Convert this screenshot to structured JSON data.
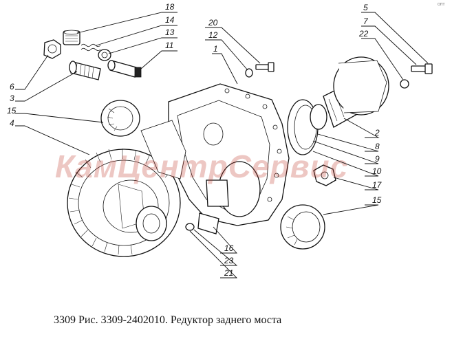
{
  "caption": "3309 Рис. 3309-2402010. Редуктор заднего моста",
  "watermark": "КамЦентрСервис",
  "corner_mark": "ОПТ",
  "callouts": [
    {
      "id": "c18",
      "label": "18"
    },
    {
      "id": "c14",
      "label": "14"
    },
    {
      "id": "c13",
      "label": "13"
    },
    {
      "id": "c11",
      "label": "11"
    },
    {
      "id": "c6",
      "label": "6"
    },
    {
      "id": "c3",
      "label": "3"
    },
    {
      "id": "c15a",
      "label": "15"
    },
    {
      "id": "c4",
      "label": "4"
    },
    {
      "id": "c20",
      "label": "20"
    },
    {
      "id": "c12",
      "label": "12"
    },
    {
      "id": "c1",
      "label": "1"
    },
    {
      "id": "c5",
      "label": "5"
    },
    {
      "id": "c7",
      "label": "7"
    },
    {
      "id": "c22",
      "label": "22"
    },
    {
      "id": "c2",
      "label": "2"
    },
    {
      "id": "c8",
      "label": "8"
    },
    {
      "id": "c9",
      "label": "9"
    },
    {
      "id": "c10",
      "label": "10"
    },
    {
      "id": "c17",
      "label": "17"
    },
    {
      "id": "c15b",
      "label": "15"
    },
    {
      "id": "c16",
      "label": "16"
    },
    {
      "id": "c23",
      "label": "23"
    },
    {
      "id": "c21",
      "label": "21"
    }
  ]
}
